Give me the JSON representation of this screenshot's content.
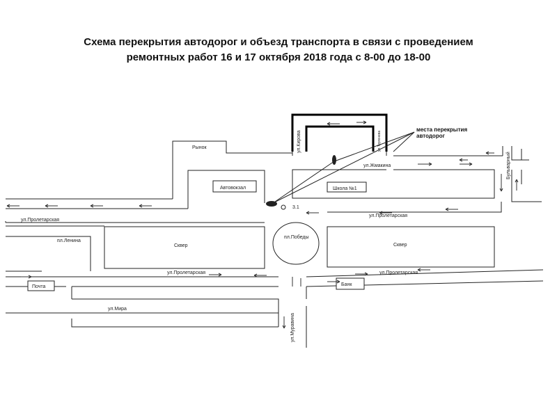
{
  "title": {
    "line1": "Схема перекрытия автодорог и объезд транспорта в связи с проведением",
    "line2": "ремонтных работ 16 и 17 октября 2018 года с 8-00 до 18-00"
  },
  "labels": {
    "market": "Рынок",
    "bus_station": "Автовокзал",
    "school": "Школа №1",
    "kirova": "ул.Кирова",
    "turgeneva": "ул.Тургенева",
    "zhmakina": "ул.Жмакина",
    "boulevard": "Бульварный",
    "proletarskaya_left": "ул.Пролетарская",
    "proletarskaya_right": "ул.Пролетарская",
    "proletarskaya_mid": "ул.Пролетарская",
    "proletarskaya_right2": "ул.Пролетарская",
    "lenina": "пл.Ленина",
    "square_left": "Сквер",
    "square_right": "Сквер",
    "pobedy": "пл.Победы",
    "post": "Почта",
    "bank": "Банк",
    "mira": "ул.Мира",
    "muravina": "ул.Муравина",
    "stop": "3.1",
    "closures_line1": "места перекрытия",
    "closures_line2": "автодорог"
  }
}
